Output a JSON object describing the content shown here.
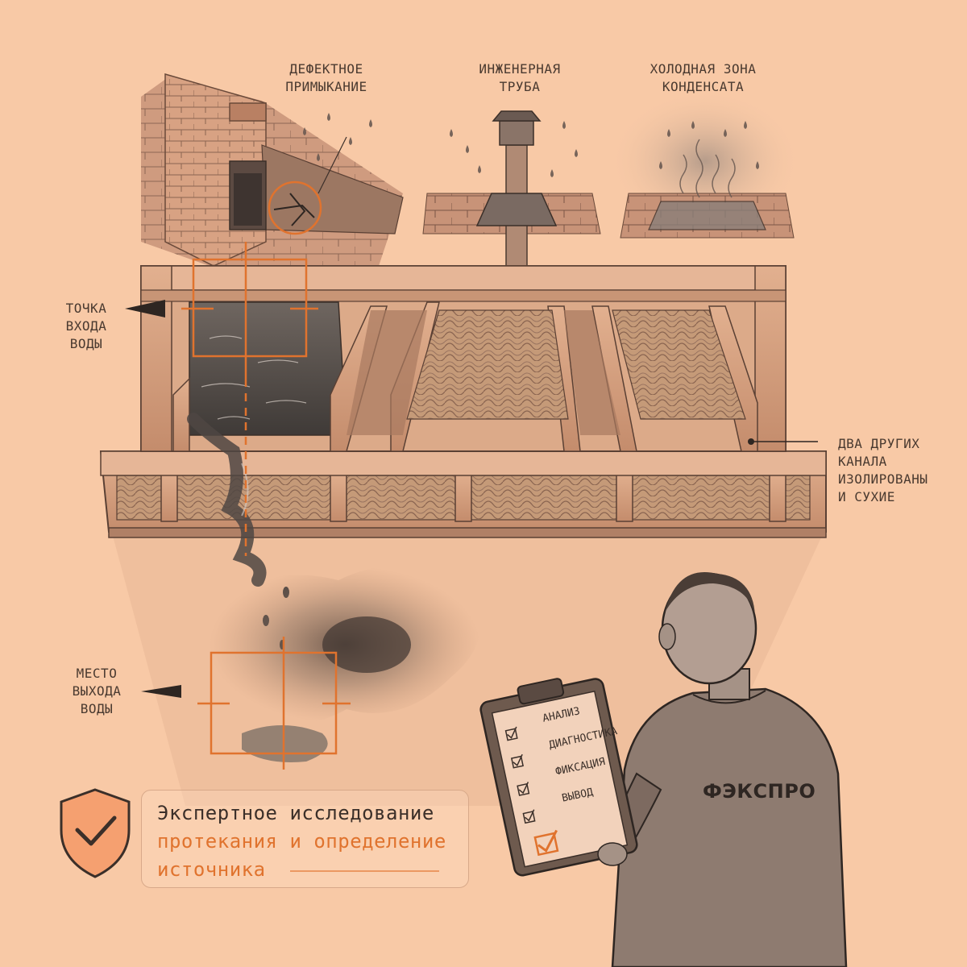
{
  "labels": {
    "defective_junction": [
      "Дефектное",
      "примыкание"
    ],
    "engineering_pipe": [
      "Инженерная",
      "труба"
    ],
    "cold_zone": [
      "Холодная зона",
      "конденсата"
    ],
    "water_entry": [
      "Точка",
      "входа",
      "воды"
    ],
    "water_exit": [
      "Место",
      "выхода",
      "воды"
    ],
    "other_channels": [
      "Два других",
      "канала",
      "изолированы",
      "и сухие"
    ]
  },
  "title": {
    "line1": "Экспертное исследование",
    "line2": "протекания и определение",
    "line3": "источника"
  },
  "checklist": [
    "Анализ",
    "Диагностика",
    "Фиксация",
    "Вывод"
  ],
  "jacket_logo": "ФЭКСПРО",
  "colors": {
    "background": "#f8c9a6",
    "accent": "#e0732e",
    "ink": "#3b2f29"
  }
}
